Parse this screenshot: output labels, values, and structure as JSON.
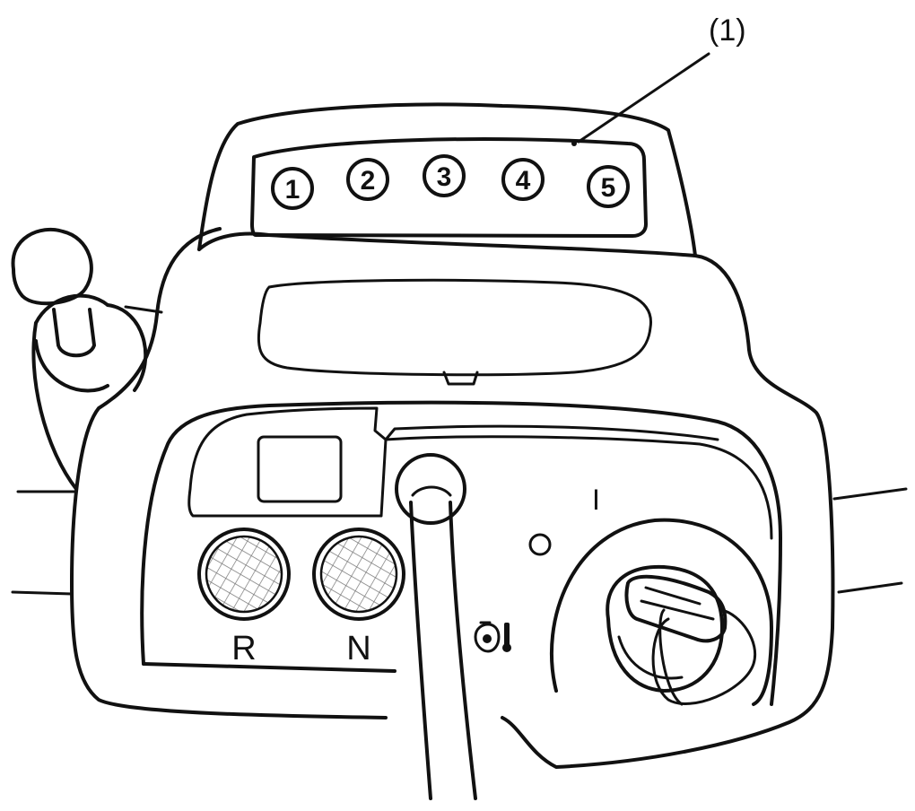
{
  "callout": {
    "label": "(1)"
  },
  "gear_display": {
    "digits": [
      "1",
      "2",
      "3",
      "4",
      "5"
    ]
  },
  "indicator_lamps": [
    {
      "label": "R"
    },
    {
      "label": "N"
    }
  ],
  "temperature_warning": {
    "icon": "engine-temperature-icon"
  },
  "key_switch": {
    "on_label": "I",
    "off_label": "O"
  }
}
